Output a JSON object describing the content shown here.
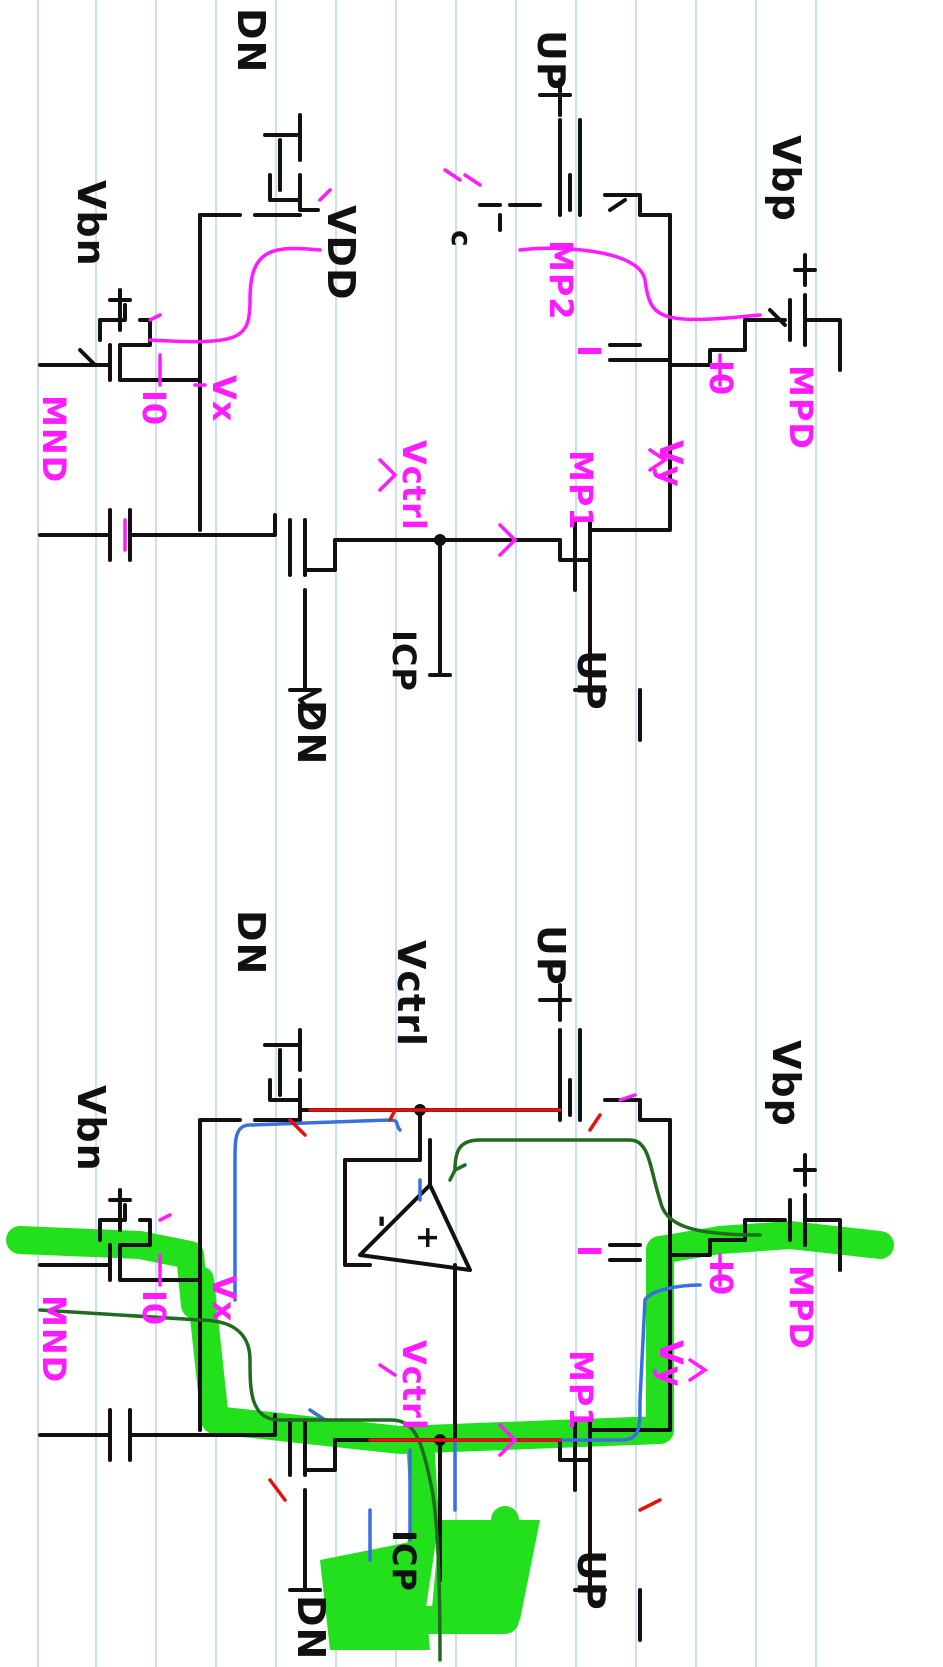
{
  "labels": {
    "top_vbn": "Vbn",
    "top_dn_bar": "DN",
    "top_vdd": "VDD",
    "top_up_left": "UP",
    "top_c": "c",
    "top_mp2": "MP2",
    "top_vbp": "Vbp",
    "top_mnd": "MND",
    "top_i0_left": "I0",
    "top_vx": "Vx",
    "top_vctrl": "Vctrl",
    "top_i_right": "I",
    "top_i0_right": "I0",
    "top_mpd": "MPD",
    "top_mp1": "MP1",
    "top_vy": "Vy",
    "top_dn": "DN",
    "top_icp": "ICP",
    "top_up_bar": "UP",
    "bot_vbn": "Vbn",
    "bot_dn_bar": "DN",
    "bot_vctrl_top": "Vctrl",
    "bot_up_left": "UP",
    "bot_vbp": "Vbp",
    "bot_mnd": "MND",
    "bot_i0_left": "I0",
    "bot_vx": "Vx",
    "bot_vctrl": "Vctrl",
    "bot_i_right": "I",
    "bot_i0_right": "I0",
    "bot_mpd": "MPD",
    "bot_mp1": "MP1",
    "bot_vy": "Vy",
    "bot_dn": "DN",
    "bot_icp": "ICP",
    "bot_up_bar": "UP",
    "opamp_minus": "-",
    "opamp_plus": "+"
  },
  "colors": {
    "ink": "#111111",
    "annotation": "#ff1aff",
    "highlight": "#22e01c",
    "path_blue": "#3a6fe0",
    "path_green": "#1f6b1f",
    "path_red": "#e3120b",
    "rule_line": "#b8d4f2"
  }
}
